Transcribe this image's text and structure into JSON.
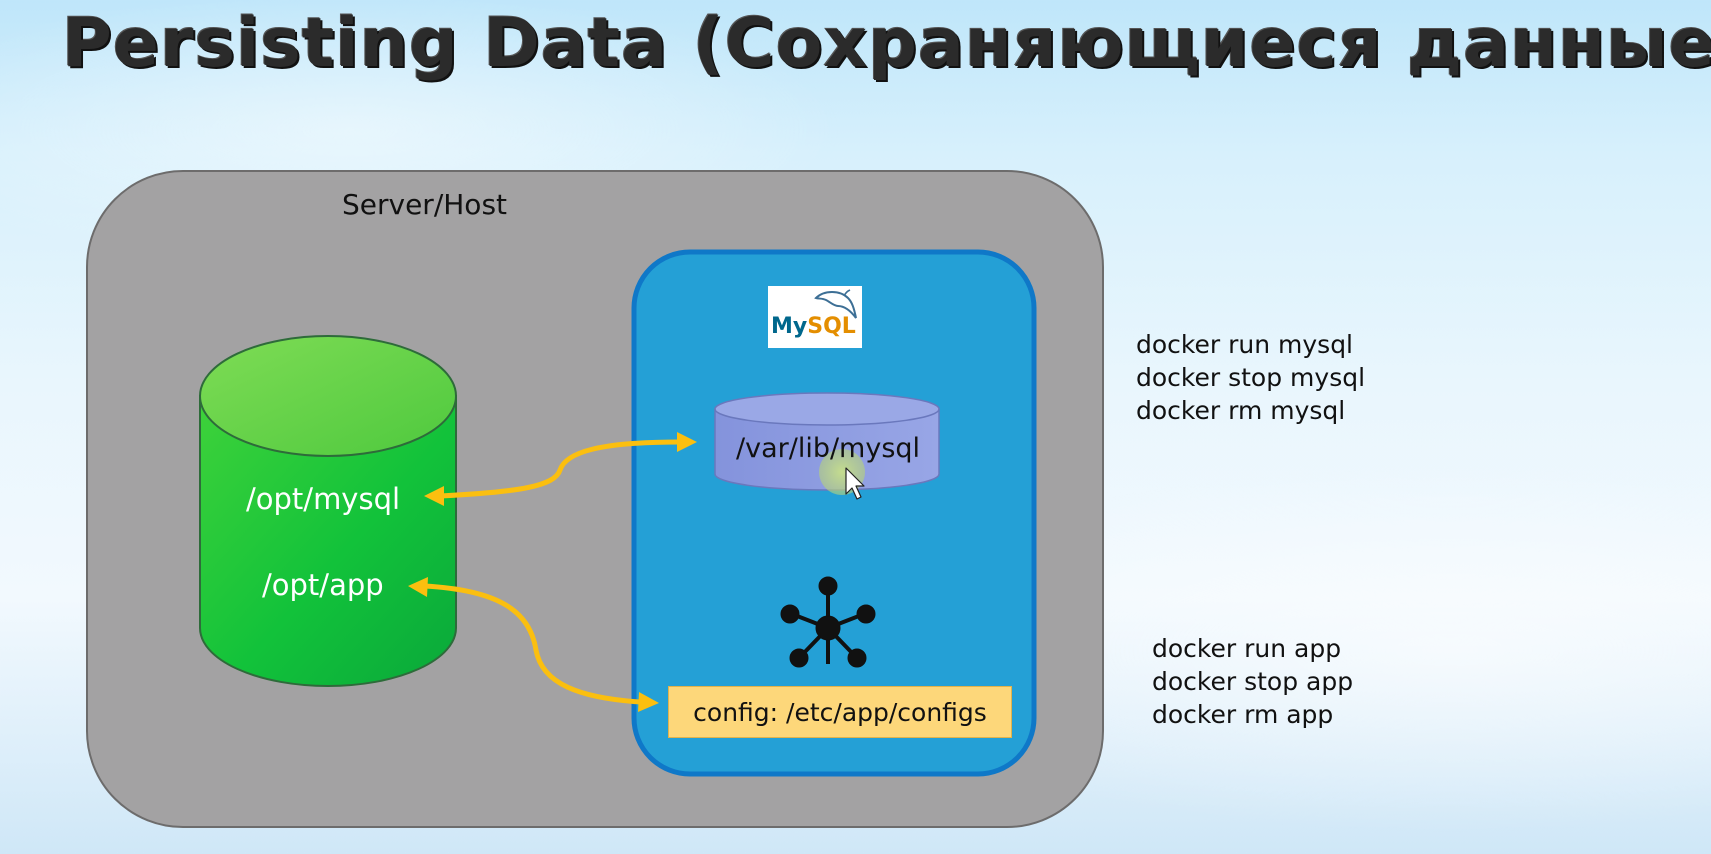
{
  "title": "Persisting Data (Сохраняющиеся данные",
  "host": {
    "label": "Server/Host",
    "volume_paths": [
      "/opt/mysql",
      "/opt/app"
    ]
  },
  "container": {
    "logo": {
      "my": "My",
      "sql": "SQL"
    },
    "data_dir": "/var/lib/mysql",
    "config": "config: /etc/app/configs",
    "icon": "network-hub-icon"
  },
  "commands": {
    "mysql": [
      "docker run mysql",
      "docker stop mysql",
      "docker rm mysql"
    ],
    "app": [
      "docker run app",
      "docker stop app",
      "docker rm app"
    ]
  },
  "colors": {
    "host_box": "#a3a2a3",
    "container_box": "#24a0d6",
    "storage_cylinder": "#27c43c",
    "mysql_cylinder": "#8c9be0",
    "arrow": "#fbbf0f",
    "config_box": "#fdd77a"
  }
}
